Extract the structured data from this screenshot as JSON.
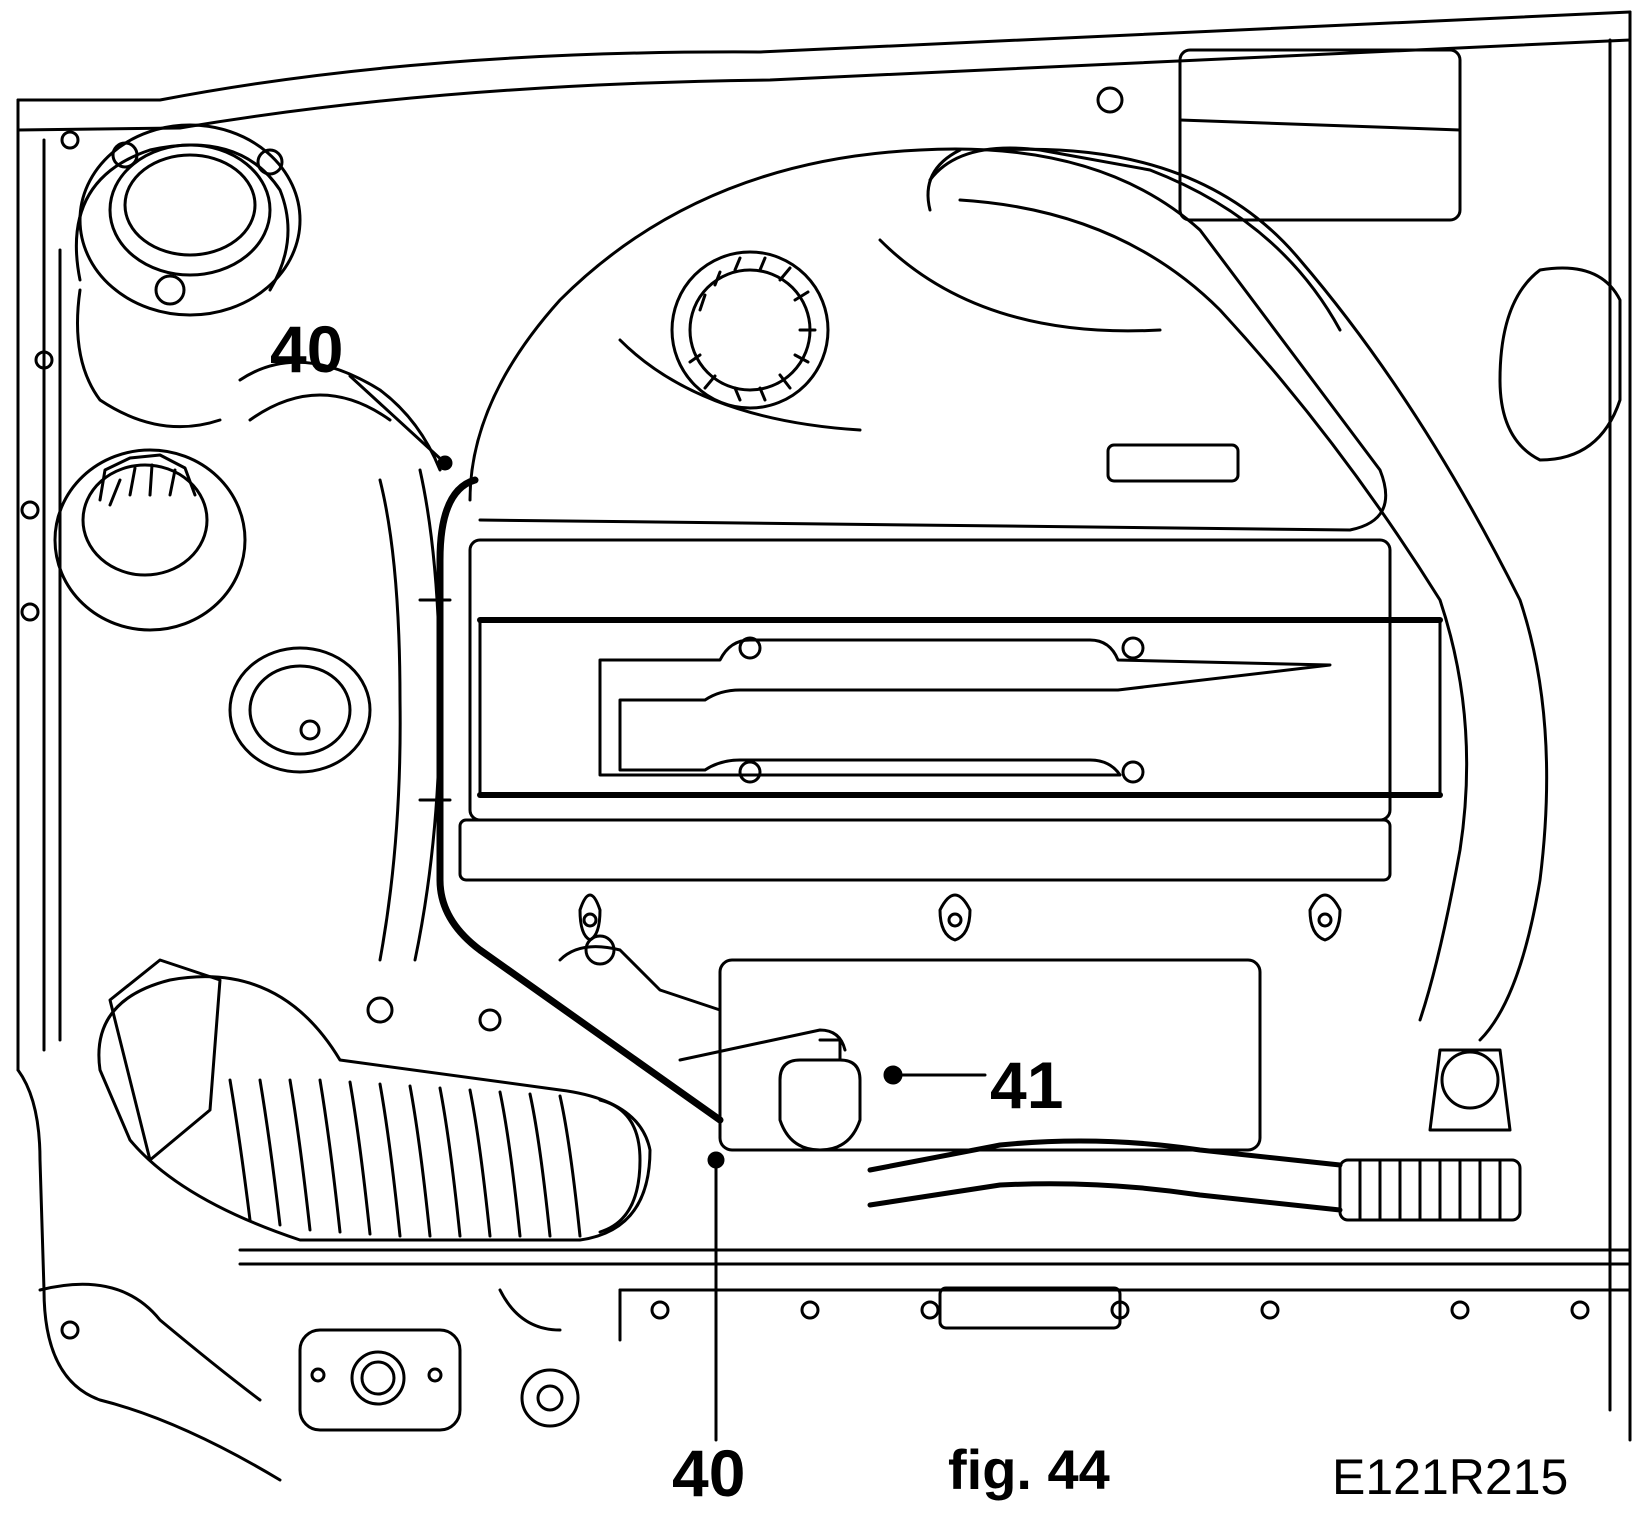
{
  "diagram": {
    "callouts": [
      {
        "id": "c40a",
        "label": "40",
        "part": "hose"
      },
      {
        "id": "c41",
        "label": "41",
        "part": "connector"
      },
      {
        "id": "c40b",
        "label": "40",
        "part": "hose"
      }
    ],
    "caption": "fig. 44",
    "reference_code": "E121R215",
    "colors": {
      "line": "#000000",
      "background": "#ffffff"
    }
  }
}
